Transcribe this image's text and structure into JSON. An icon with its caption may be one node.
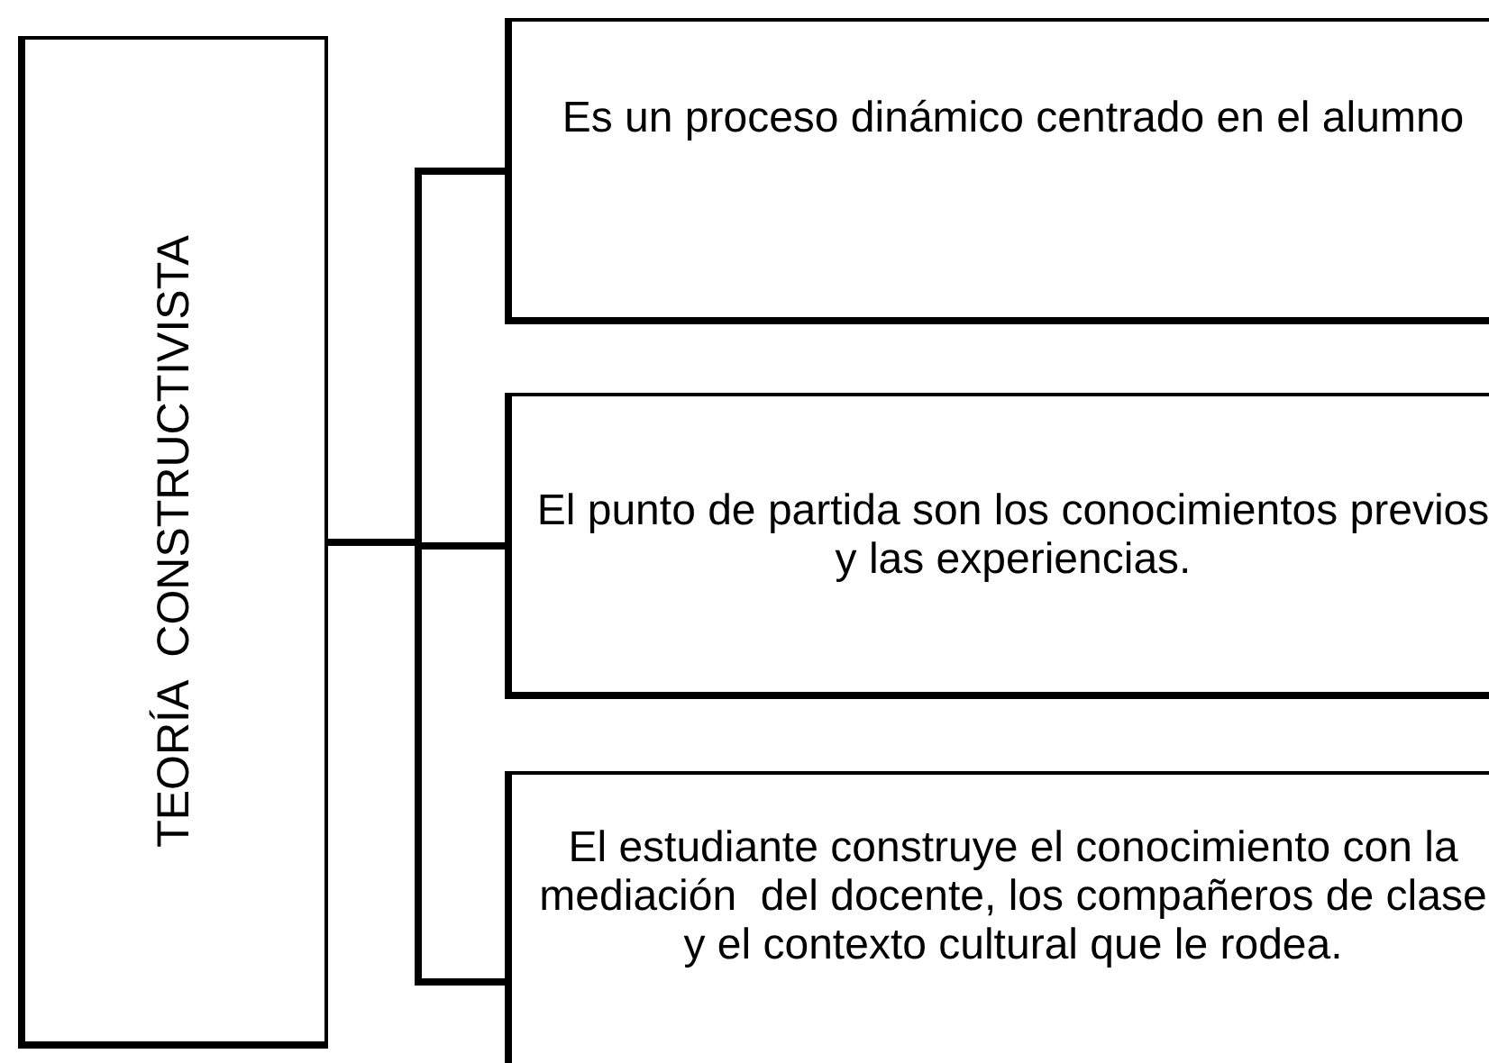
{
  "diagram": {
    "nodes": [
      {
        "text": [
          "TEORÍA  CONSTRUCTIVISTA"
        ]
      },
      {
        "text": [
          "Es un proceso dinámico centrado en el alumno"
        ]
      },
      {
        "text": [
          "El punto de partida son los conocimientos previos  y las experiencias."
        ]
      },
      {
        "text": [
          "El estudiante construye el conocimiento con la mediación  del docente, los compañeros de clase  y el contexto cultural que le rodea."
        ]
      }
    ],
    "edges": [
      {
        "from": 0,
        "to": 1,
        "arrow": "none"
      },
      {
        "from": 0,
        "to": 2,
        "arrow": "none"
      },
      {
        "from": 0,
        "to": 3,
        "arrow": "none"
      }
    ]
  }
}
